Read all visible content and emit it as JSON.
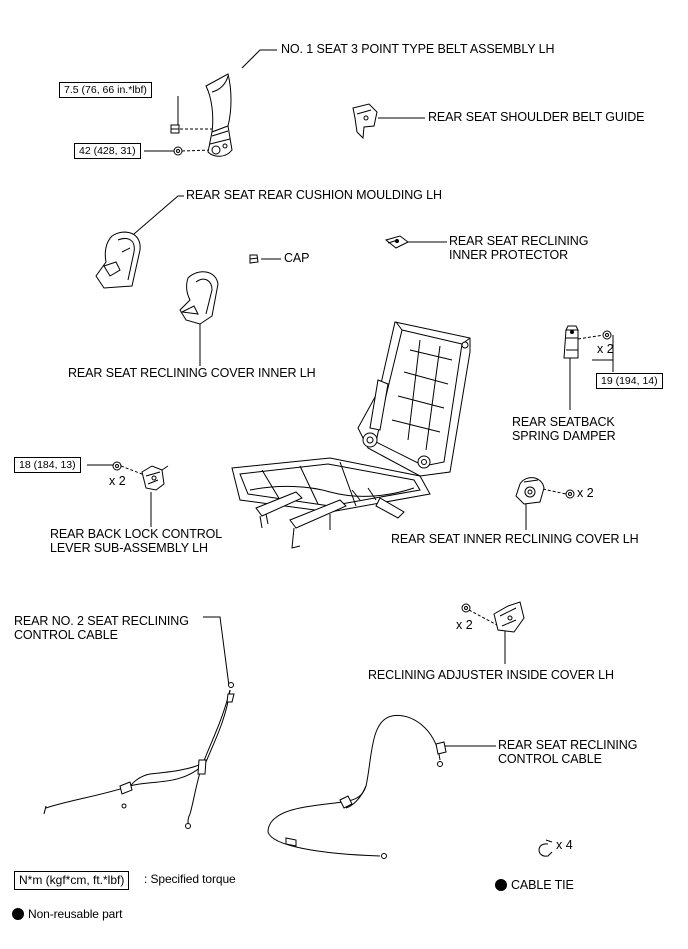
{
  "labels": {
    "belt_assembly": "NO. 1 SEAT 3 POINT TYPE BELT ASSEMBLY LH",
    "shoulder_belt_guide": "REAR SEAT SHOULDER BELT GUIDE",
    "rear_cushion_moulding": "REAR SEAT REAR CUSHION MOULDING LH",
    "cap": "CAP",
    "reclining_inner_protector_1": "REAR SEAT RECLINING",
    "reclining_inner_protector_2": "INNER PROTECTOR",
    "reclining_cover_inner": "REAR SEAT RECLINING COVER INNER LH",
    "spring_damper_1": "REAR SEATBACK",
    "spring_damper_2": "SPRING DAMPER",
    "back_lock_lever_1": "REAR BACK LOCK CONTROL",
    "back_lock_lever_2": "LEVER SUB-ASSEMBLY LH",
    "inner_reclining_cover": "REAR SEAT INNER RECLINING COVER LH",
    "no2_control_cable_1": "REAR NO. 2 SEAT RECLINING",
    "no2_control_cable_2": "CONTROL CABLE",
    "adjuster_inside_cover": "RECLINING ADJUSTER INSIDE COVER LH",
    "control_cable_1": "REAR SEAT RECLINING",
    "control_cable_2": "CONTROL CABLE",
    "cable_tie": "CABLE TIE"
  },
  "torques": {
    "belt_bolt": "7.5 (76, 66 in.*lbf)",
    "belt_nut": "42 (428, 31)",
    "spring_damper_bolt": "19 (194, 14)",
    "lever_bolt": "18 (184, 13)"
  },
  "quantities": {
    "spring_damper_bolts": "x 2",
    "lever_bolts": "x 2",
    "inner_cover_screws": "x 2",
    "adjuster_cover_screws": "x 2",
    "cable_ties": "x 4"
  },
  "legend": {
    "torque_unit": "N*m (kgf*cm, ft.*lbf)",
    "torque_desc": ": Specified torque",
    "non_reusable": "Non-reusable part"
  }
}
